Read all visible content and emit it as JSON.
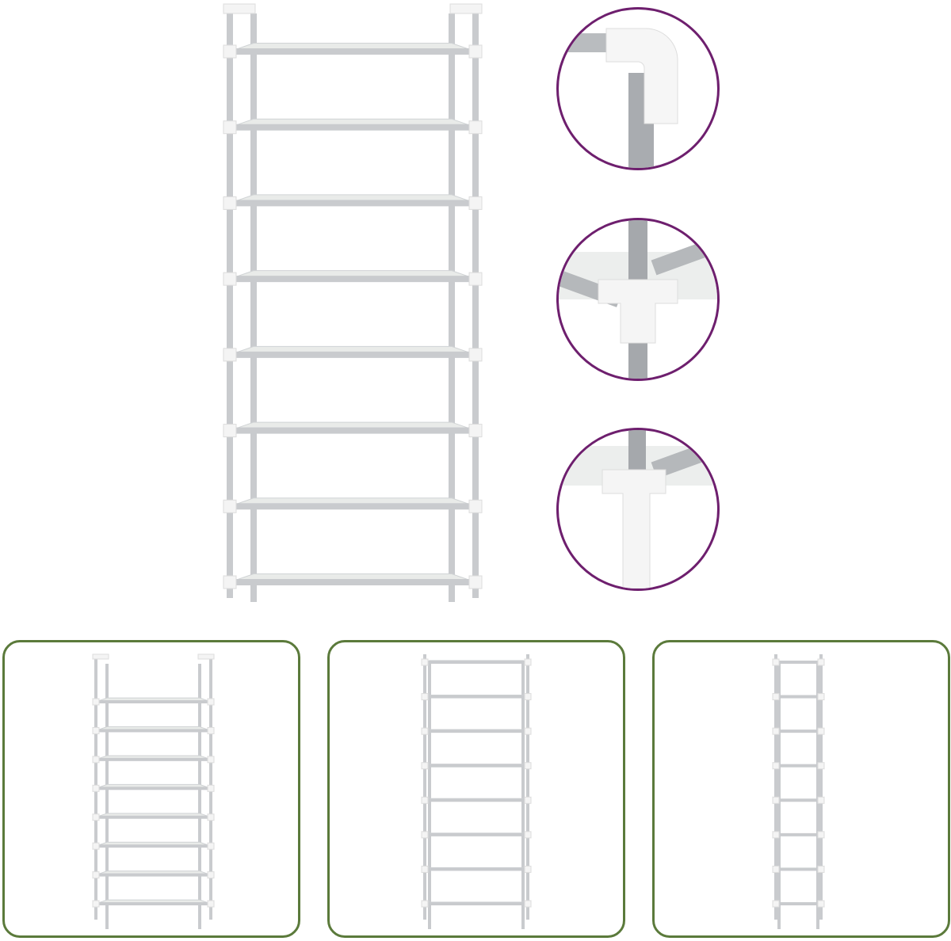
{
  "product": {
    "shelves": 8,
    "colors": {
      "detail_ring": "#6e1f6e",
      "thumbnail_border": "#5b7a3b",
      "frame_tube": "#c9cbce",
      "connector": "#f4f4f4",
      "shelf_fabric": "#e9ebe9"
    }
  },
  "details": [
    {
      "view": "corner-connector"
    },
    {
      "view": "middle-joint"
    },
    {
      "view": "leg-joint"
    }
  ],
  "thumbnails": [
    {
      "view": "angled"
    },
    {
      "view": "front"
    },
    {
      "view": "side"
    }
  ]
}
